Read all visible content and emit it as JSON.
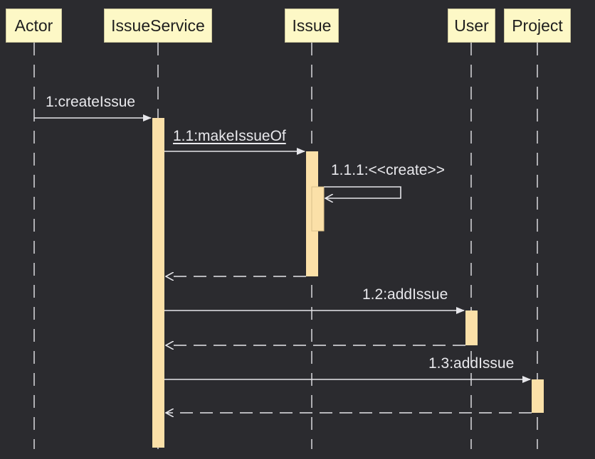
{
  "diagram": {
    "type": "sequence",
    "colors": {
      "background": "#2b2b2f",
      "participant_fill": "#fdf8c6",
      "participant_border": "#c9c39a",
      "participant_text": "#1e1e1e",
      "activation_fill": "#fbe0a8",
      "line": "#e6e6ea",
      "label_text": "#e8e8ec"
    },
    "participants": [
      {
        "id": "actor",
        "label": "Actor"
      },
      {
        "id": "issueservice",
        "label": "IssueService"
      },
      {
        "id": "issue",
        "label": "Issue"
      },
      {
        "id": "user",
        "label": "User"
      },
      {
        "id": "project",
        "label": "Project"
      }
    ],
    "messages": [
      {
        "label": "1:createIssue",
        "from": "Actor",
        "to": "IssueService",
        "kind": "call"
      },
      {
        "label": "1.1:makeIssueOf",
        "from": "IssueService",
        "to": "Issue",
        "kind": "call"
      },
      {
        "label": "1.1.1:<<create>>",
        "from": "Issue",
        "to": "Issue",
        "kind": "self-call"
      },
      {
        "label": "",
        "from": "Issue",
        "to": "IssueService",
        "kind": "return"
      },
      {
        "label": "1.2:addIssue",
        "from": "IssueService",
        "to": "User",
        "kind": "call"
      },
      {
        "label": "",
        "from": "User",
        "to": "IssueService",
        "kind": "return"
      },
      {
        "label": "1.3:addIssue",
        "from": "IssueService",
        "to": "Project",
        "kind": "call"
      },
      {
        "label": "",
        "from": "Project",
        "to": "IssueService",
        "kind": "return"
      }
    ]
  }
}
